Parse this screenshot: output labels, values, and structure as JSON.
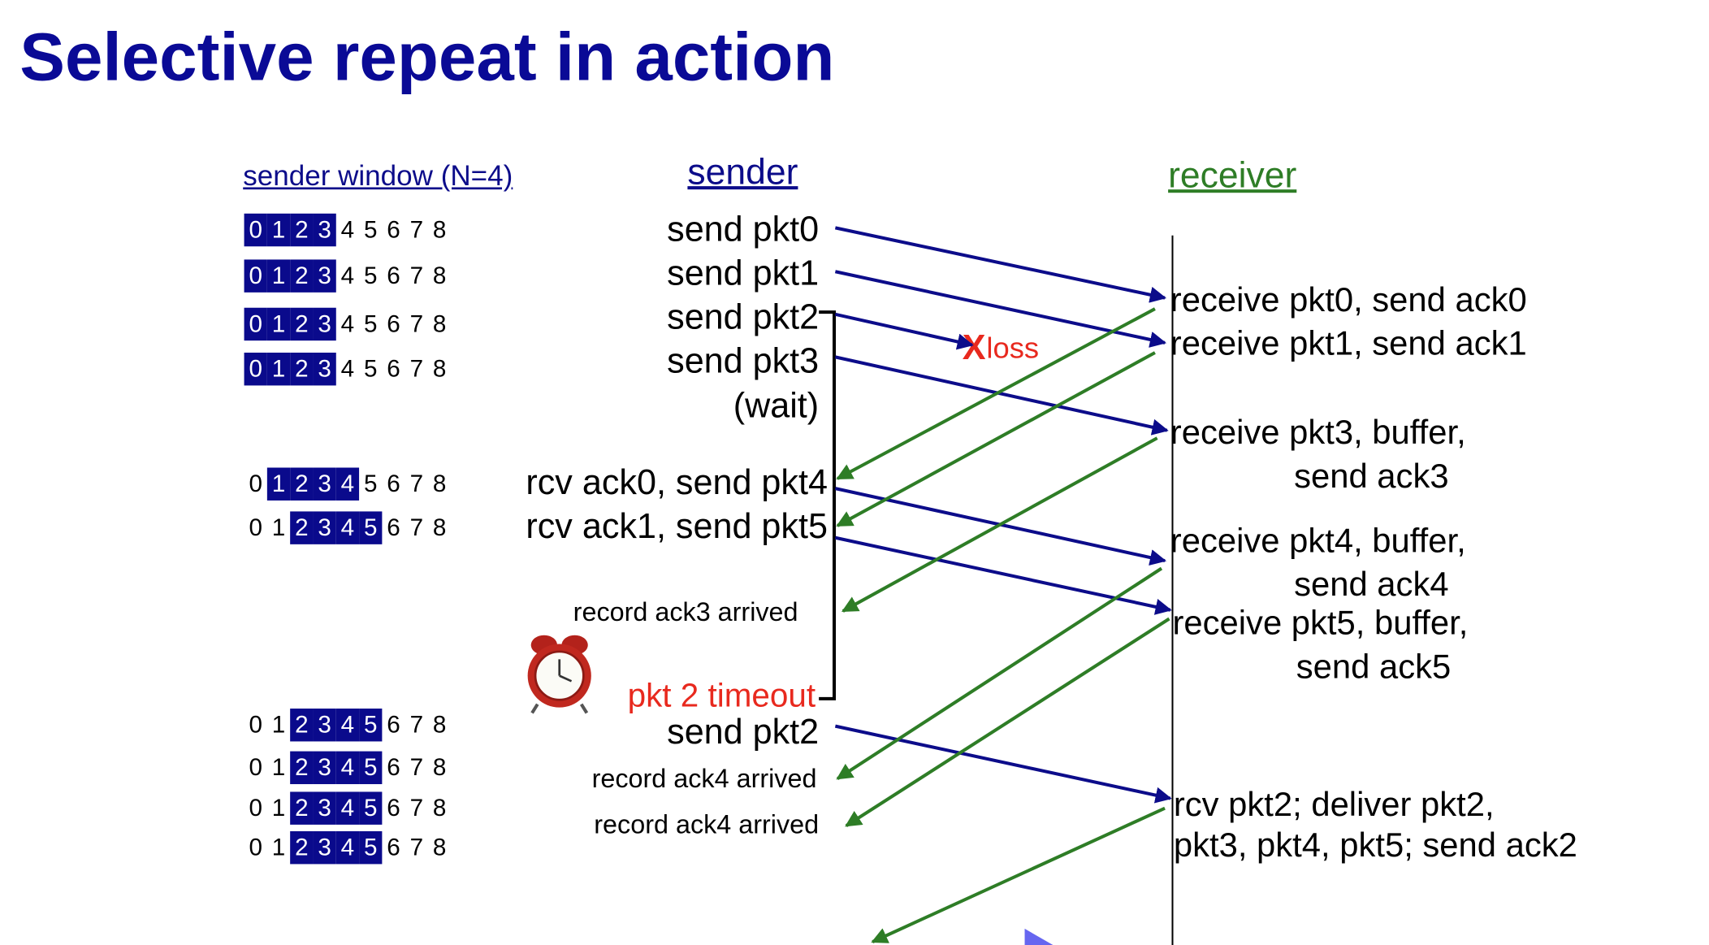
{
  "title": "Selective repeat in action",
  "headers": {
    "sender_window": "sender window (N=4)",
    "sender": "sender",
    "receiver": "receiver"
  },
  "sender_events": [
    "send  pkt0",
    "send  pkt1",
    "send  pkt2",
    "send  pkt3",
    "(wait)",
    "rcv ack0, send pkt4",
    "rcv ack1, send pkt5",
    "record ack3 arrived",
    "pkt 2 timeout",
    "send  pkt2",
    "record ack4 arrived",
    "record ack4 arrived"
  ],
  "loss_label": "loss",
  "loss_marker": "X",
  "receiver_events": [
    "receive pkt0, send ack0",
    "receive pkt1, send ack1",
    "receive pkt3, buffer,",
    "send ack3",
    "receive pkt4, buffer,",
    "send ack4",
    "receive pkt5, buffer,",
    "send ack5",
    "rcv pkt2; deliver pkt2,",
    "pkt3, pkt4, pkt5; send ack2"
  ],
  "sequence_numbers": [
    "0",
    "1",
    "2",
    "3",
    "4",
    "5",
    "6",
    "7",
    "8"
  ],
  "windows": [
    {
      "start": 0,
      "size": 4
    },
    {
      "start": 0,
      "size": 4
    },
    {
      "start": 0,
      "size": 4
    },
    {
      "start": 0,
      "size": 4
    },
    {
      "start": 1,
      "size": 4
    },
    {
      "start": 2,
      "size": 4
    },
    {
      "start": 2,
      "size": 4
    },
    {
      "start": 2,
      "size": 4
    },
    {
      "start": 2,
      "size": 4
    },
    {
      "start": 2,
      "size": 4
    }
  ],
  "colors": {
    "title": "#0a0a96",
    "data_arrow": "#0c0c8a",
    "ack_arrow": "#2e7d26",
    "timeout": "#e8291e",
    "window_fill": "#0a0a8c"
  },
  "icons": {
    "timer": "alarm-clock-icon"
  }
}
